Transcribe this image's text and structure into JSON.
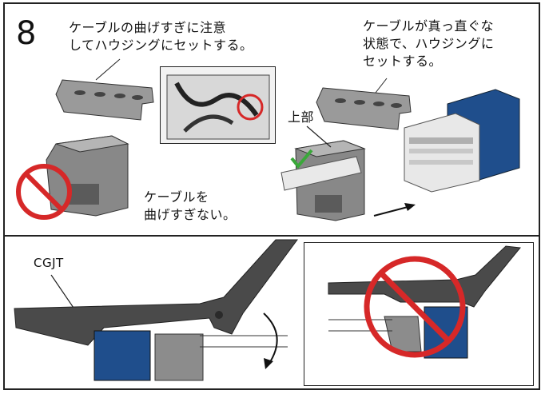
{
  "step_number": "8",
  "caution_text": "ケーブルの曲げすぎに注意\nしてハウジングにセットする。",
  "straight_text": "ケーブルが真っ直ぐな\n状態で、ハウジングに\nセットする。",
  "top_label": "上部",
  "no_bend_text": "ケーブルを\n曲げすぎない。",
  "tool_label": "CGJT",
  "colors": {
    "housing_blue": "#1f4e8c",
    "tool_dark": "#4a4a4a",
    "housing_grey": "#8c8c8c",
    "prohibition_red": "#d62828",
    "check_green": "#3aa83a"
  },
  "icons": [
    "prohibition-icon",
    "check-mark-icon",
    "arrow-icon",
    "curved-arrow-icon"
  ]
}
